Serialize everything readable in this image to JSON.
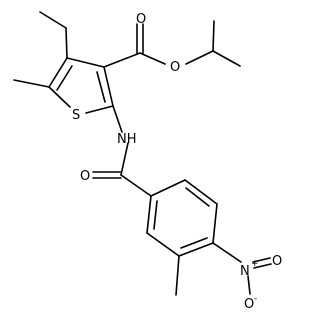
{
  "atoms": {
    "ester_carbonyl_o": "O",
    "ester_ether_o": "O",
    "thiophene_s": "S",
    "amide_nh": "NH",
    "amide_carbonyl_o": "O",
    "nitro_n": "N",
    "nitro_n_charge": "+",
    "nitro_o_double": "O",
    "nitro_o_single": "O",
    "nitro_o_charge": "-"
  }
}
